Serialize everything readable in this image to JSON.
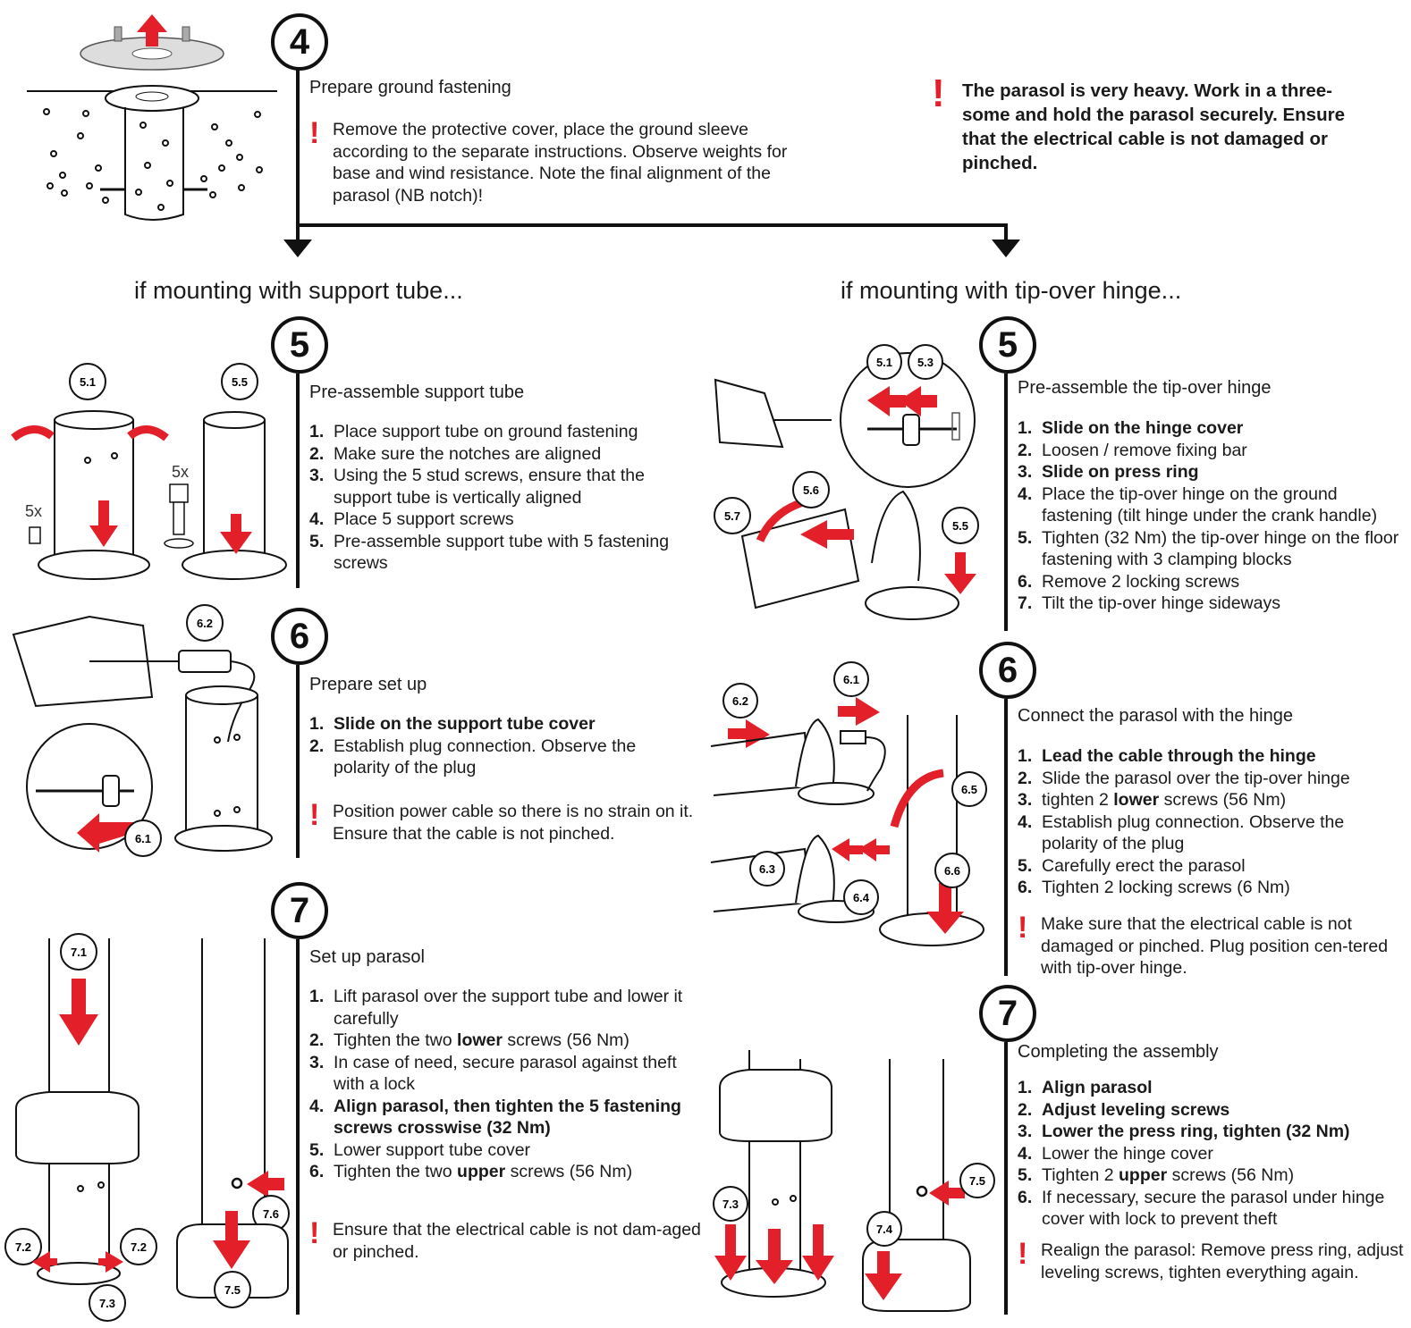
{
  "colors": {
    "accent": "#e3202a",
    "ink": "#111111"
  },
  "step4": {
    "number": "4",
    "title": "Prepare ground fastening",
    "warning": "Remove the protective cover, place the ground sleeve according to the separate instructions. Observe weights for base and wind resistance. Note the final alignment of the parasol (NB notch)!"
  },
  "top_warning": "The parasol is very heavy. Work in a three-some and hold the parasol securely. Ensure that the electrical cable is not damaged or pinched.",
  "left": {
    "branch_title": "if mounting with support tube...",
    "step5": {
      "number": "5",
      "title": "Pre-assemble support tube",
      "items": [
        {
          "num": "1.",
          "text": "Place support tube on ground fastening"
        },
        {
          "num": "2.",
          "text": "Make sure the notches are aligned"
        },
        {
          "num": "3.",
          "text": "Using the 5 stud screws, ensure that the support tube is vertically aligned"
        },
        {
          "num": "4.",
          "text": "Place 5 support screws"
        },
        {
          "num": "5.",
          "text": "Pre-assemble support tube with 5 fastening screws"
        }
      ],
      "labels": {
        "a": "5.1",
        "b": "5.5",
        "qty1": "5x",
        "qty2": "5x"
      }
    },
    "step6": {
      "number": "6",
      "title": "Prepare set up",
      "items": [
        {
          "num": "1.",
          "text": "Slide on the support tube cover"
        },
        {
          "num": "2.",
          "text": "Establish plug connection. Observe the polarity of the plug"
        }
      ],
      "warning": "Position power cable so there is no strain on it. Ensure that the cable is not pinched.",
      "labels": {
        "a": "6.2",
        "b": "6.1"
      }
    },
    "step7": {
      "number": "7",
      "title": "Set up parasol",
      "items": [
        {
          "num": "1.",
          "text": "Lift parasol over the support tube and lower it carefully"
        },
        {
          "num": "2.",
          "pre": "Tighten the two ",
          "bold": "lower",
          "post": " screws (56 Nm)"
        },
        {
          "num": "3.",
          "text": "In case of need, secure parasol against theft with a lock"
        },
        {
          "num": "4.",
          "text": "Align parasol, then tighten the 5 fastening screws crosswise (32 Nm)"
        },
        {
          "num": "5.",
          "text": "Lower support tube cover"
        },
        {
          "num": "6.",
          "pre": "Tighten the two ",
          "bold": "upper",
          "post": " screws (56 Nm)"
        }
      ],
      "warning": "Ensure that the electrical cable is not dam-aged or pinched.",
      "labels": {
        "a": "7.1",
        "b": "7.2",
        "c": "7.2",
        "d": "7.3",
        "e": "7.6",
        "f": "7.5"
      }
    }
  },
  "right": {
    "branch_title": "if mounting with tip-over hinge...",
    "step5": {
      "number": "5",
      "title": "Pre-assemble the tip-over hinge",
      "items": [
        {
          "num": "1.",
          "text": "Slide on the hinge cover"
        },
        {
          "num": "2.",
          "text": "Loosen / remove fixing bar"
        },
        {
          "num": "3.",
          "text": "Slide on press ring"
        },
        {
          "num": "4.",
          "text": "Place the tip-over hinge on the ground fastening (tilt hinge under the crank handle)"
        },
        {
          "num": "5.",
          "text": "Tighten (32 Nm) the tip-over hinge on the floor fastening with 3 clamping blocks"
        },
        {
          "num": "6.",
          "text": "Remove 2 locking screws"
        },
        {
          "num": "7.",
          "text": "Tilt the tip-over hinge sideways"
        }
      ],
      "labels": {
        "a": "5.1",
        "b": "5.3",
        "c": "5.6",
        "d": "5.7",
        "e": "5.5"
      }
    },
    "step6": {
      "number": "6",
      "title": "Connect the parasol with the hinge",
      "items": [
        {
          "num": "1.",
          "text": "Lead the cable through the hinge"
        },
        {
          "num": "2.",
          "text": "Slide the parasol over the tip-over hinge"
        },
        {
          "num": "3.",
          "pre": "tighten 2 ",
          "bold": "lower",
          "post": " screws (56 Nm)"
        },
        {
          "num": "4.",
          "text": "Establish plug connection. Observe the polarity of the plug"
        },
        {
          "num": "5.",
          "text": "Carefully erect the parasol"
        },
        {
          "num": "6.",
          "text": "Tighten 2 locking screws (6 Nm)"
        }
      ],
      "warning": "Make sure that the electrical cable is not damaged or pinched. Plug position cen-tered with tip-over hinge.",
      "labels": {
        "a": "6.1",
        "b": "6.2",
        "c": "6.5",
        "d": "6.3",
        "e": "6.4",
        "f": "6.6"
      }
    },
    "step7": {
      "number": "7",
      "title": "Completing the assembly",
      "items": [
        {
          "num": "1.",
          "text": "Align parasol"
        },
        {
          "num": "2.",
          "text": "Adjust leveling screws"
        },
        {
          "num": "3.",
          "text": "Lower the press ring, tighten (32 Nm)"
        },
        {
          "num": "4.",
          "text": "Lower the hinge cover"
        },
        {
          "num": "5.",
          "pre": "Tighten 2 ",
          "bold": "upper",
          "post": " screws (56 Nm)"
        },
        {
          "num": "6.",
          "text": "If necessary, secure the parasol under hinge cover with lock to prevent theft"
        }
      ],
      "warning": "Realign the parasol: Remove press ring, adjust leveling screws, tighten everything again.",
      "labels": {
        "a": "7.5",
        "b": "7.3",
        "c": "7.4"
      }
    }
  }
}
